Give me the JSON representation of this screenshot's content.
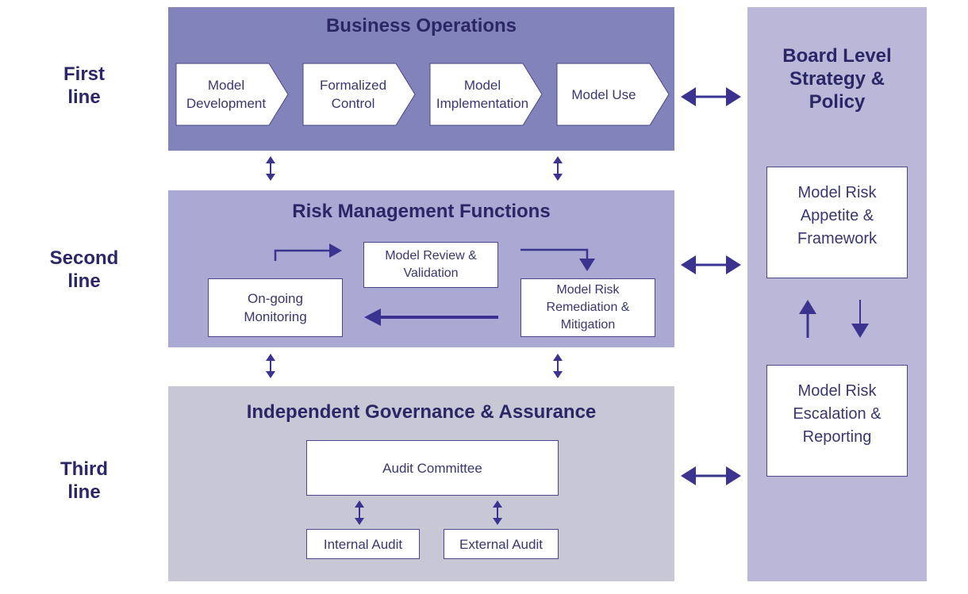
{
  "lines": {
    "first": "First\nline",
    "second": "Second\nline",
    "third": "Third\nline"
  },
  "business_operations": {
    "title": "Business Operations",
    "steps": [
      "Model Development",
      "Formalized Control",
      "Model Implementation",
      "Model Use"
    ]
  },
  "risk_management": {
    "title": "Risk Management Functions",
    "review": "Model Review & Validation",
    "remediation": "Model Risk Remediation & Mitigation",
    "monitoring": "On-going Monitoring"
  },
  "governance": {
    "title": "Independent Governance & Assurance",
    "committee": "Audit Committee",
    "internal": "Internal Audit",
    "external": "External Audit"
  },
  "board": {
    "title": "Board Level Strategy & Policy",
    "appetite": "Model Risk Appetite & Framework",
    "escalation": "Model Risk Escalation & Reporting"
  },
  "colors": {
    "first_panel": "#8283bb",
    "second_panel": "#a9a9d3",
    "third_panel": "#c8c7d6",
    "board_panel": "#bab7d9",
    "arrow": "#3a3490",
    "text_dark": "#2b2766"
  }
}
